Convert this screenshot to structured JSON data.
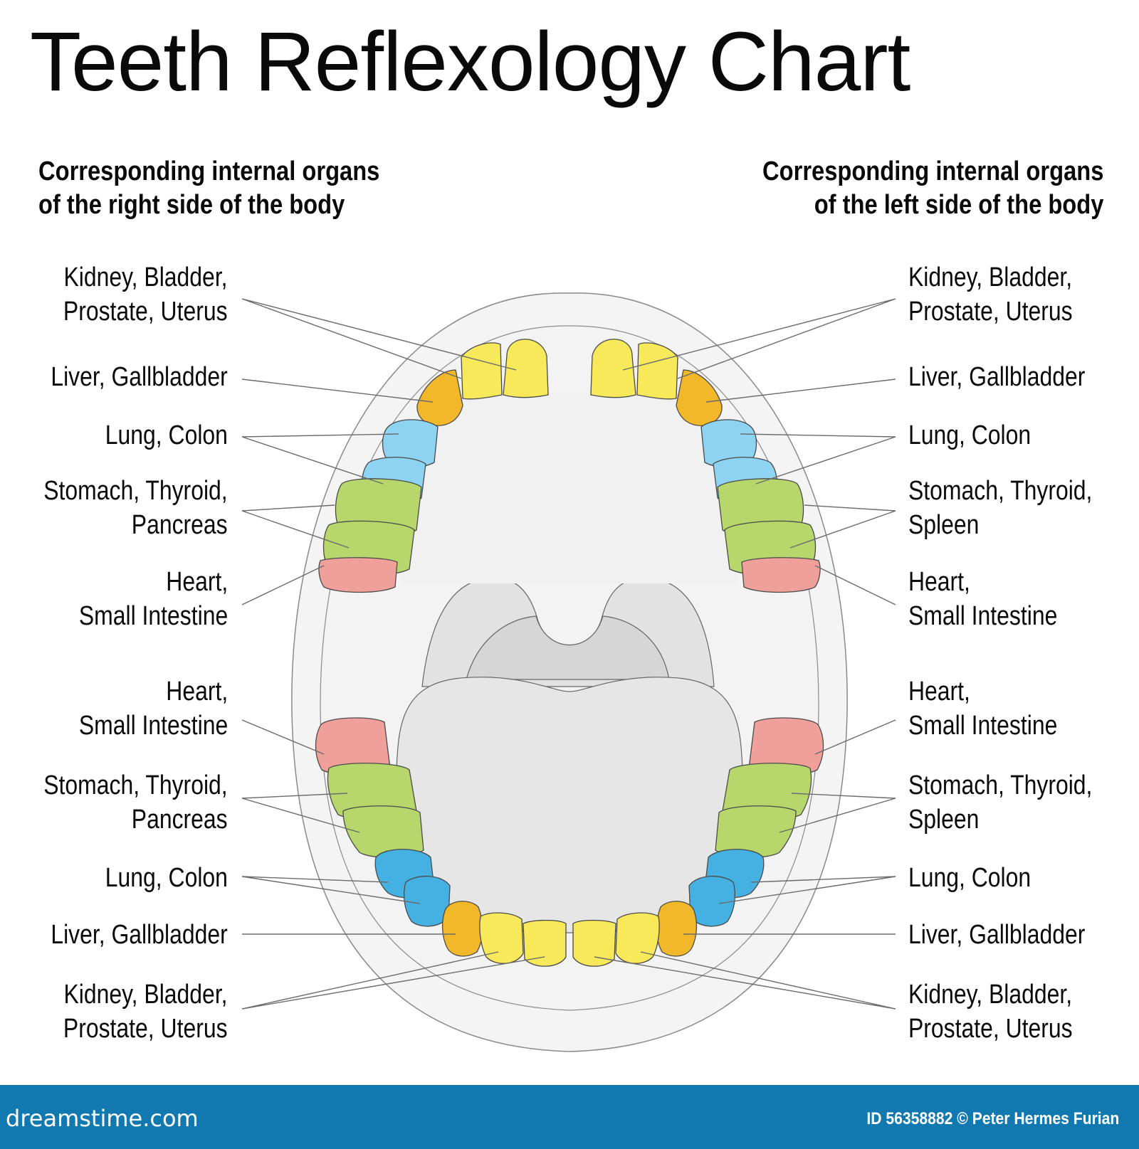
{
  "title": "Teeth Reflexology Chart",
  "subheadings": {
    "left": [
      "Corresponding internal organs",
      "of the right side of the body"
    ],
    "right": [
      "Corresponding internal organs",
      "of the left side of the body"
    ]
  },
  "colors": {
    "incisor_yellow": "#f7e95a",
    "canine_orange": "#f3b82a",
    "premolar_blue": "#8fd3f2",
    "premolar_blue_dark": "#45b1e3",
    "molar_green": "#b7d66c",
    "molar_green_dark": "#8fbf2a",
    "wisdom_red": "#f0a09b",
    "wisdom_red_dark": "#e88a86",
    "mouth_fill": "#f3f3f3",
    "throat_fill": "#dcdcdc",
    "tongue_fill": "#e6e6e6",
    "outline": "#555555",
    "leader_line": "#6b6b6b",
    "footer_bg": "#1279b0"
  },
  "labels": {
    "upper_right_side": [
      {
        "id": "kidney",
        "lines": [
          "Kidney, Bladder,",
          "Prostate, Uterus"
        ]
      },
      {
        "id": "liver",
        "lines": [
          "Liver, Gallbladder"
        ]
      },
      {
        "id": "lung",
        "lines": [
          "Lung, Colon"
        ]
      },
      {
        "id": "stomach",
        "lines": [
          "Stomach, Thyroid,",
          "Pancreas"
        ]
      },
      {
        "id": "heart",
        "lines": [
          "Heart,",
          "Small Intestine"
        ]
      }
    ],
    "upper_left_side": [
      {
        "id": "kidney",
        "lines": [
          "Kidney, Bladder,",
          "Prostate, Uterus"
        ]
      },
      {
        "id": "liver",
        "lines": [
          "Liver, Gallbladder"
        ]
      },
      {
        "id": "lung",
        "lines": [
          "Lung, Colon"
        ]
      },
      {
        "id": "stomach",
        "lines": [
          "Stomach, Thyroid,",
          "Spleen"
        ]
      },
      {
        "id": "heart",
        "lines": [
          "Heart,",
          "Small Intestine"
        ]
      }
    ],
    "lower_right_side": [
      {
        "id": "heart",
        "lines": [
          "Heart,",
          "Small Intestine"
        ]
      },
      {
        "id": "stomach",
        "lines": [
          "Stomach, Thyroid,",
          "Pancreas"
        ]
      },
      {
        "id": "lung",
        "lines": [
          "Lung, Colon"
        ]
      },
      {
        "id": "liver",
        "lines": [
          "Liver, Gallbladder"
        ]
      },
      {
        "id": "kidney",
        "lines": [
          "Kidney, Bladder,",
          "Prostate, Uterus"
        ]
      }
    ],
    "lower_left_side": [
      {
        "id": "heart",
        "lines": [
          "Heart,",
          "Small Intestine"
        ]
      },
      {
        "id": "stomach",
        "lines": [
          "Stomach, Thyroid,",
          "Spleen"
        ]
      },
      {
        "id": "lung",
        "lines": [
          "Lung, Colon"
        ]
      },
      {
        "id": "liver",
        "lines": [
          "Liver, Gallbladder"
        ]
      },
      {
        "id": "kidney",
        "lines": [
          "Kidney, Bladder,",
          "Prostate, Uterus"
        ]
      }
    ]
  },
  "tooth_groups": [
    {
      "teeth": "incisors",
      "organs": "Kidney, Bladder, Prostate, Uterus",
      "color": "#f7e95a"
    },
    {
      "teeth": "canines",
      "organs": "Liver, Gallbladder",
      "color": "#f3b82a"
    },
    {
      "teeth": "premolars",
      "organs": "Lung, Colon",
      "color": "#8fd3f2"
    },
    {
      "teeth": "first and second molars",
      "organs_right": "Stomach, Thyroid, Pancreas",
      "organs_left": "Stomach, Thyroid, Spleen",
      "color": "#b7d66c"
    },
    {
      "teeth": "wisdom teeth",
      "organs": "Heart, Small Intestine",
      "color": "#f0a09b"
    }
  ],
  "footer": {
    "brand": "dreamstime.com",
    "credit": "ID 56358882 © Peter Hermes Furian"
  }
}
